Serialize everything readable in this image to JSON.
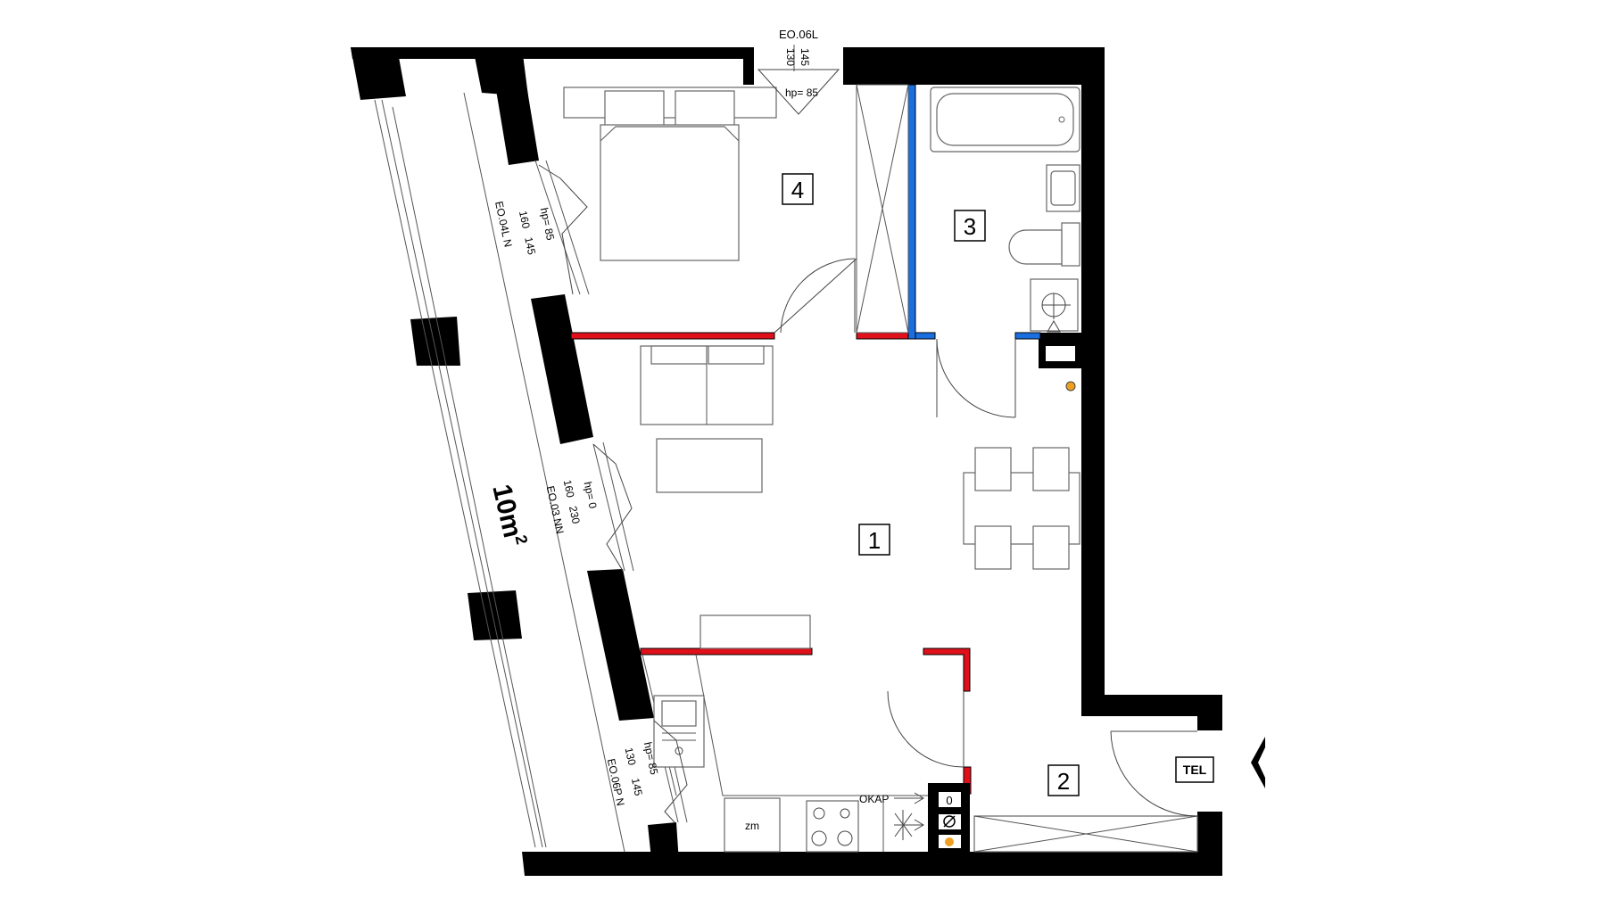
{
  "rooms": [
    {
      "number": "1"
    },
    {
      "number": "2"
    },
    {
      "number": "3"
    },
    {
      "number": "4"
    }
  ],
  "balcony": {
    "area_value": "10m",
    "area_sup": "2"
  },
  "windows": {
    "top": {
      "code": "EO.06L",
      "width": "130",
      "height": "145",
      "hp": "hp= 85"
    },
    "upper_left": {
      "code": "EO.04L N",
      "width": "160",
      "height": "145",
      "hp": "hp= 85"
    },
    "mid_left": {
      "code": "EO.03 NN",
      "width": "160",
      "height": "230",
      "hp": "hp= 0"
    },
    "lower_left": {
      "code": "EO.06P N",
      "width": "130",
      "height": "145",
      "hp": "hp= 85"
    }
  },
  "kitchen": {
    "fridge_label": "zm",
    "hood_label": "OKAP"
  },
  "shaft": {
    "label": "0"
  },
  "entrance": {
    "tel_label": "TEL"
  },
  "colors": {
    "new_wall": "#e0101a",
    "plumbing_wall": "#1a6fe0",
    "wall": "#000000",
    "sensor": "#f0a020"
  }
}
